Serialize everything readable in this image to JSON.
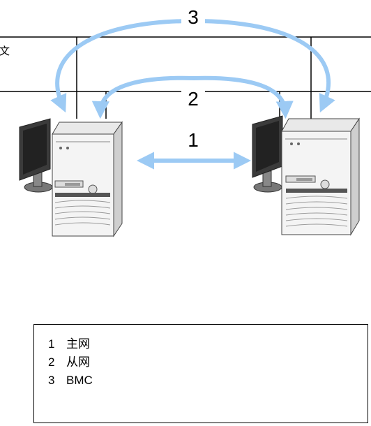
{
  "partial_text": "文。",
  "arrow_labels": {
    "primary": "1",
    "secondary": "2",
    "bmc": "3"
  },
  "legend": {
    "items": [
      {
        "num": "1",
        "text": "主网"
      },
      {
        "num": "2",
        "text": "从网"
      },
      {
        "num": "3",
        "text": "BMC"
      }
    ]
  },
  "colors": {
    "arrow": "#9ccaf4",
    "line": "#000000",
    "server_body": "#f2f2f2",
    "monitor": "#6a6a6a"
  }
}
